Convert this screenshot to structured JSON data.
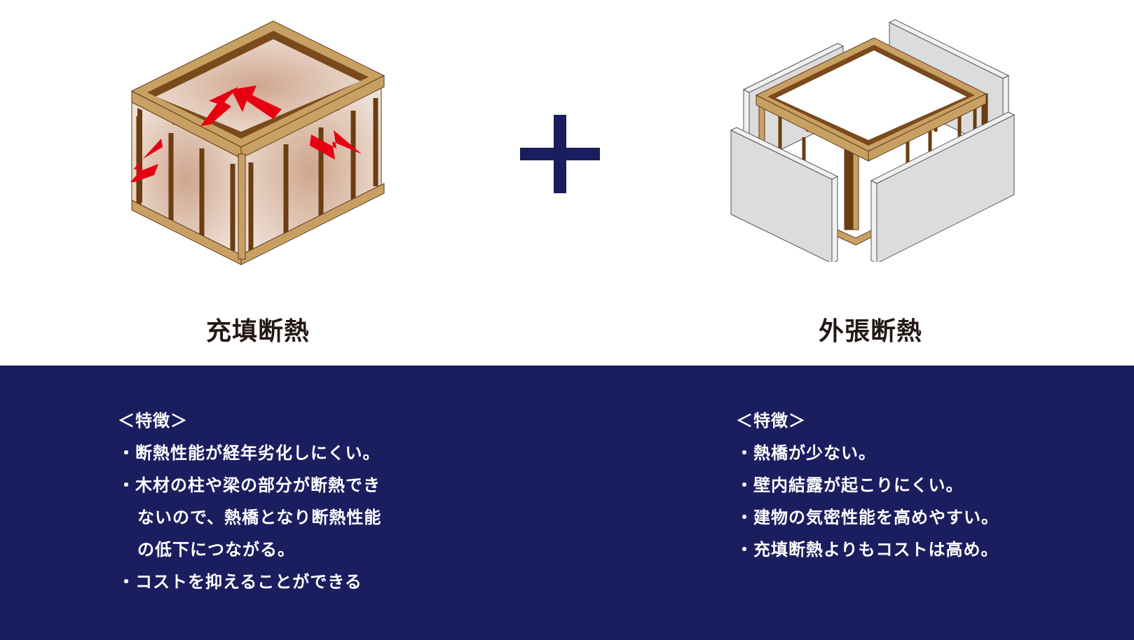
{
  "colors": {
    "navy": "#1b1e5e",
    "heading_text": "#231815",
    "wood_light": "#c9a063",
    "wood_dark": "#7a4a1c",
    "insulation": "#d9b8a4",
    "heat_arrow": "#e60012",
    "board_face": "#dcdcdc",
    "board_edge": "#f0f0f0"
  },
  "left": {
    "illustration": "filled-insulation-frame-with-heat-arrows",
    "heading": "充填断熱",
    "features_title": "＜特徴＞",
    "features": [
      {
        "lines": [
          "・断熱性能が経年劣化しにくい。"
        ]
      },
      {
        "lines": [
          "・木材の柱や梁の部分が断熱でき",
          "ないので、熱橋となり断熱性能",
          "の低下につながる。"
        ]
      },
      {
        "lines": [
          "・コストを抑えることができる"
        ]
      }
    ]
  },
  "center": {
    "symbol": "+"
  },
  "right": {
    "illustration": "external-insulation-boards-around-frame",
    "heading": "外張断熱",
    "features_title": "＜特徴＞",
    "features": [
      {
        "lines": [
          "・熱橋が少ない。"
        ]
      },
      {
        "lines": [
          "・壁内結露が起こりにくい。"
        ]
      },
      {
        "lines": [
          "・建物の気密性能を高めやすい。"
        ]
      },
      {
        "lines": [
          "・充填断熱よりもコストは高め。"
        ]
      }
    ]
  }
}
